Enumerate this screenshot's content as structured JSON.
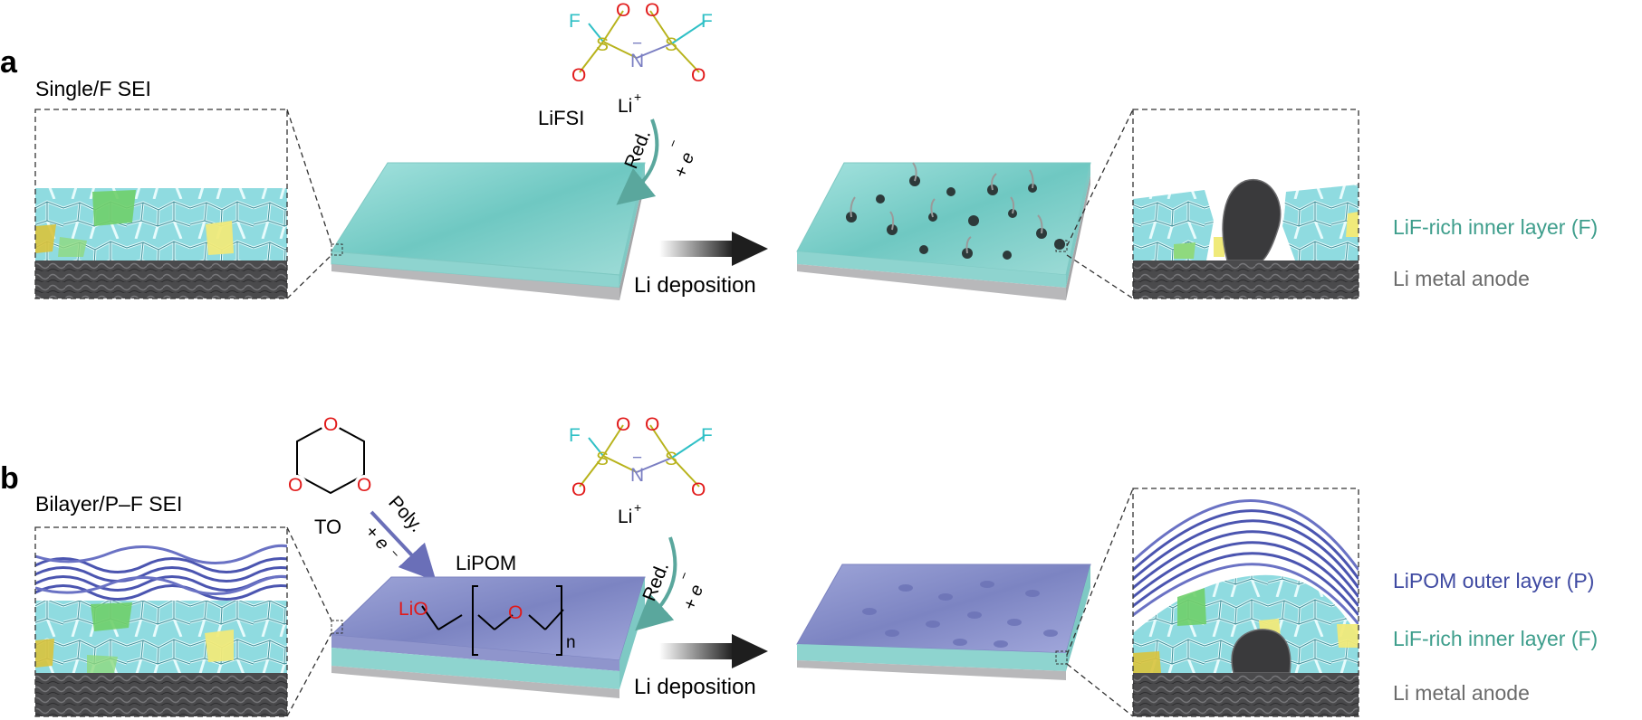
{
  "colors": {
    "fluorine": "#2fc0c6",
    "sulfur": "#b8b31c",
    "oxygen": "#e11a1a",
    "nitrogen": "#7a7ec2",
    "lif_label": "#3e9e8c",
    "lipom_label": "#3f4aa2",
    "anode_label": "#6b6b6b",
    "teal_arrow": "#5aa79d",
    "purple_arrow": "#6a6fb8",
    "teal_slab": "#7fd1cc",
    "purple_slab": "#7f86c0"
  },
  "panel_a": {
    "letter": "a",
    "title": "Single/F SEI",
    "salt": {
      "atom_F": "F",
      "atom_S": "S",
      "atom_O": "O",
      "atom_N": "N",
      "charge": "−",
      "cation": "Li",
      "cation_charge": "+",
      "name": "LiFSI"
    },
    "reduction_label": "Red.",
    "electron_label": "+ e",
    "electron_charge": "−",
    "process_label": "Li deposition",
    "labels": {
      "inner_layer": "LiF-rich inner layer (F)",
      "anode": "Li metal anode"
    }
  },
  "panel_b": {
    "letter": "b",
    "title": "Bilayer/P–F SEI",
    "trioxane": {
      "atom_O": "O",
      "name": "TO"
    },
    "polymerization_label": "Poly.",
    "electron_label": "+ e",
    "electron_charge": "−",
    "polymer": {
      "name": "LiPOM",
      "end_group": "LiO",
      "bridge_O": "O",
      "repeat": "n"
    },
    "salt": {
      "atom_F": "F",
      "atom_S": "S",
      "atom_O": "O",
      "atom_N": "N",
      "charge": "−",
      "cation": "Li",
      "cation_charge": "+"
    },
    "reduction_label": "Red.",
    "process_label": "Li deposition",
    "labels": {
      "outer_layer": "LiPOM outer layer (P)",
      "inner_layer": "LiF-rich inner layer (F)",
      "anode": "Li metal anode"
    }
  }
}
